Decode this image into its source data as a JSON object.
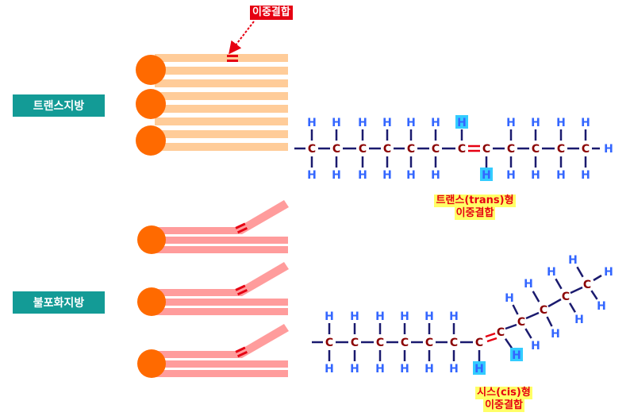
{
  "labels": {
    "double_bond": "이중결합",
    "trans_fat": "트랜스지방",
    "unsat_fat": "불포화지방",
    "trans_type_line1": "트랜스(trans)형",
    "trans_type_line2": "이중결합",
    "cis_type_line1": "시스(cis)형",
    "cis_type_line2": "이중결합"
  },
  "atoms": {
    "carbon": "C",
    "hydrogen": "H",
    "bond": "–"
  },
  "colors": {
    "head": "#ff6a00",
    "trans_tail": "#ffcc99",
    "cis_tail": "#ff9c9c",
    "double_bond_mark": "#e60012",
    "carbon": "#8b0000",
    "hydrogen": "#3366ff",
    "bond_line": "#1a1a6e",
    "highlight": "#33ccff",
    "label_bg": "#139b96",
    "tag_red": "#e60012",
    "tag_yellow": "#ffff66"
  }
}
